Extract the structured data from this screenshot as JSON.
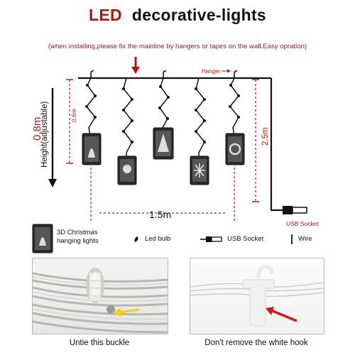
{
  "title": {
    "highlight": "LED",
    "rest": "decorative-lights"
  },
  "note": "(when installing,please fix the mainline by hangers or tapes on the wall.Easy opration)",
  "diagram": {
    "hanger_label": "Hanger",
    "height_label": "Height(adjustable)",
    "height_value": "0.8m",
    "drop_label": "0.6m",
    "width_label": "1.5m",
    "cord_label": "2.5m",
    "usb_socket_label": "USB Socket"
  },
  "legend": {
    "christmas_line1": "3D Christmas",
    "christmas_line2": "hanging lights",
    "led_bulb": "Led bulb",
    "usb_socket": "USB Socket",
    "wire": "Wire"
  },
  "photos": {
    "left_caption": "Untie this buckle",
    "right_caption": "Don't remove the white hook"
  },
  "colors": {
    "accent_red": "#b01414",
    "arrow_red": "#c41e1e",
    "arrow_yellow": "#f2d21b"
  }
}
